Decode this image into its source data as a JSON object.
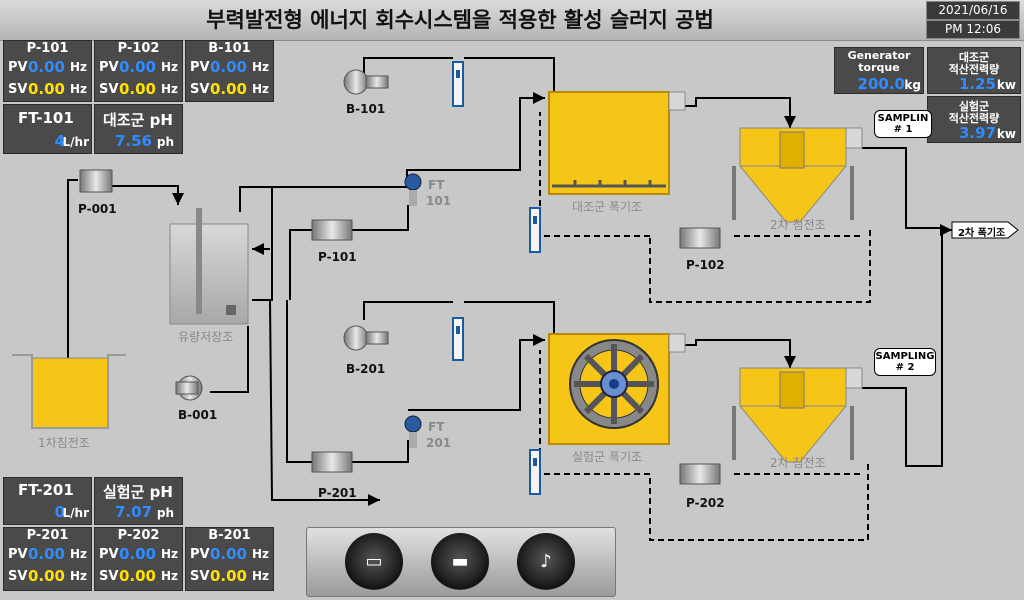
{
  "header": {
    "title": "부력발전형 에너지 회수시스템을 적용한 활성 슬러지 공법",
    "date": "2021/06/16",
    "time": "PM 12:06"
  },
  "top_panels": [
    {
      "id": "P-101",
      "pv": "0.00",
      "sv": "0.00",
      "unit": "Hz"
    },
    {
      "id": "P-102",
      "pv": "0.00",
      "sv": "0.00",
      "unit": "Hz"
    },
    {
      "id": "B-101",
      "pv": "0.00",
      "sv": "0.00",
      "unit": "Hz"
    }
  ],
  "bottom_panels": [
    {
      "id": "P-201",
      "pv": "0.00",
      "sv": "0.00",
      "unit": "Hz"
    },
    {
      "id": "P-202",
      "pv": "0.00",
      "sv": "0.00",
      "unit": "Hz"
    },
    {
      "id": "B-201",
      "pv": "0.00",
      "sv": "0.00",
      "unit": "Hz"
    }
  ],
  "labels": {
    "pv": "PV",
    "sv": "SV"
  },
  "ft101": {
    "label": "FT-101",
    "value": "4",
    "unit": "L/hr"
  },
  "ph_control": {
    "label": "대조군 pH",
    "value": "7.56",
    "unit": "ph"
  },
  "ft201": {
    "label": "FT-201",
    "value": "0",
    "unit": "L/hr"
  },
  "ph_exp": {
    "label": "실험군 pH",
    "value": "7.07",
    "unit": "ph"
  },
  "generator": {
    "label1": "Generator",
    "label2": "torque",
    "value": "200.0",
    "unit": "kg"
  },
  "control_power": {
    "label1": "대조군",
    "label2": "적산전력량",
    "value": "1.25",
    "unit": "kw"
  },
  "exp_power": {
    "label1": "실험군",
    "label2": "적산전력량",
    "value": "3.97",
    "unit": "kw"
  },
  "process": {
    "b101": "B-101",
    "p001": "P-001",
    "p101": "P-101",
    "b001": "B-001",
    "b201": "B-201",
    "p201": "P-201",
    "p102": "P-102",
    "p202": "P-202",
    "ft101_tag": "FT",
    "ft101_num": "101",
    "ft201_tag": "FT",
    "ft201_num": "201",
    "tank_primary": "1차침전조",
    "tank_flow": "유량저장조",
    "tank_control": "대조군 폭기조",
    "tank_exp": "실험군 폭기조",
    "clarifier1": "2차 침전조",
    "clarifier2": "2차 침전조",
    "sampling1": "SAMPLIN",
    "sampling1_num": "# 1",
    "sampling2": "SAMPLING",
    "sampling2_num": "# 2",
    "outlet": "2차 폭기조"
  },
  "nav": [
    "monitor-icon",
    "folder-icon",
    "bell-icon"
  ],
  "colors": {
    "sludge": "#f5c518",
    "panel": "#4a4a4a",
    "value_blue": "#2f8cff",
    "value_yellow": "#ffe000"
  }
}
